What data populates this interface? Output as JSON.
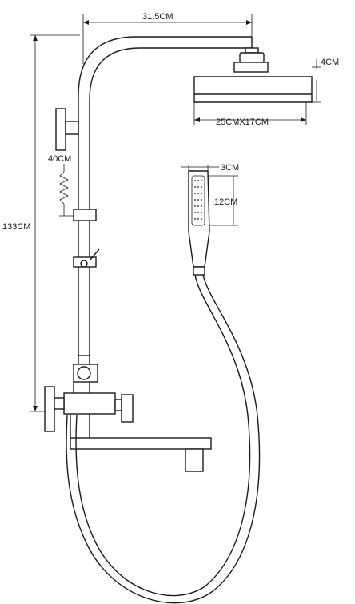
{
  "dimensions": {
    "arm_length": "31.5CM",
    "head_thickness": "4CM",
    "head_size": "25CMX17CM",
    "total_height": "133CM",
    "slide_range": "40CM",
    "handset_width": "3CM",
    "handset_length": "12CM"
  },
  "colors": {
    "line": "#1a1a1a",
    "background": "#ffffff"
  }
}
